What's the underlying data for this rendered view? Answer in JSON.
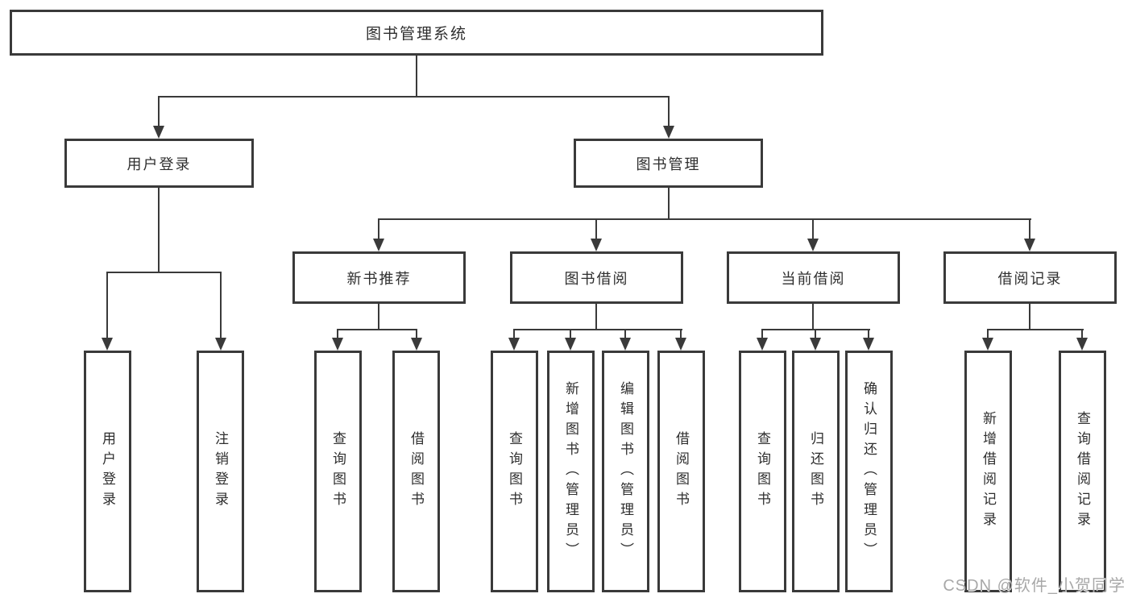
{
  "diagram": {
    "title": "图书管理系统",
    "branches": [
      {
        "label": "用户登录",
        "children": [
          {
            "label": "用户登录"
          },
          {
            "label": "注销登录"
          }
        ]
      },
      {
        "label": "图书管理",
        "children": [
          {
            "label": "新书推荐",
            "children": [
              {
                "label": "查询图书"
              },
              {
                "label": "借阅图书"
              }
            ]
          },
          {
            "label": "图书借阅",
            "children": [
              {
                "label": "查询图书"
              },
              {
                "label": "新增图书（管理员）"
              },
              {
                "label": "编辑图书（管理员）"
              },
              {
                "label": "借阅图书"
              }
            ]
          },
          {
            "label": "当前借阅",
            "children": [
              {
                "label": "查询图书"
              },
              {
                "label": "归还图书"
              },
              {
                "label": "确认归还（管理员）"
              }
            ]
          },
          {
            "label": "借阅记录",
            "children": [
              {
                "label": "新增借阅记录"
              },
              {
                "label": "查询借阅记录"
              }
            ]
          }
        ]
      }
    ]
  },
  "watermark": "CSDN @软件_小贺同学",
  "colors": {
    "line": "#3a3a3a",
    "text": "#2e2e2e",
    "watermark_text": "#a8a8a8",
    "background": "#ffffff"
  }
}
